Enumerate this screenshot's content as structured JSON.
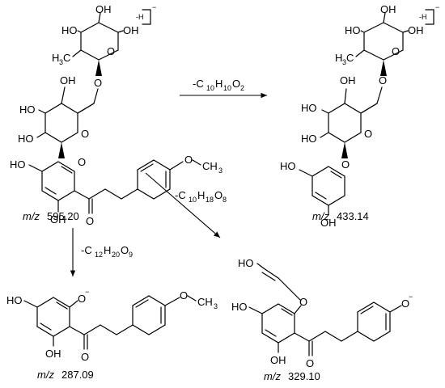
{
  "compounds": [
    {
      "id": "precursor",
      "mz_prefix": "m/z",
      "mz_value": "595.20",
      "charge": "-H"
    },
    {
      "id": "product_433",
      "mz_prefix": "m/z",
      "mz_value": "433.14",
      "charge": "-H"
    },
    {
      "id": "product_329",
      "mz_prefix": "m/z",
      "mz_value": "329.10"
    },
    {
      "id": "product_287",
      "mz_prefix": "m/z",
      "mz_value": "287.09"
    }
  ],
  "losses": [
    {
      "to": "product_433",
      "prefix": "-C",
      "c": "10",
      "h": "10",
      "o": "2"
    },
    {
      "to": "product_329",
      "prefix": "-C",
      "c": "10",
      "h": "18",
      "o": "8"
    },
    {
      "to": "product_287",
      "prefix": "-C",
      "c": "12",
      "h": "20",
      "o": "9"
    }
  ],
  "atom_labels": {
    "oh": "OH",
    "ho": "HO",
    "ring_o": "O",
    "methyl": "H",
    "methyl_c": "C",
    "methyl_3": "3",
    "methoxy": "O",
    "ch3": "CH",
    "ch3_3": "3",
    "phenoxide": "O",
    "minus": "−"
  }
}
